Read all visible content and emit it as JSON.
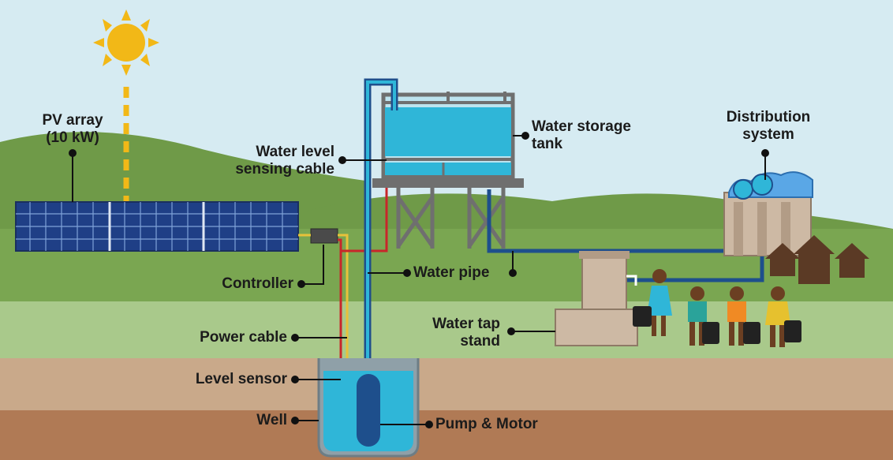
{
  "labels": {
    "pv_array": [
      "PV array",
      "(10 kW)"
    ],
    "water_level_cable": [
      "Water level",
      "sensing cable"
    ],
    "water_storage_tank": [
      "Water storage",
      "tank"
    ],
    "distribution_system": [
      "Distribution",
      "system"
    ],
    "controller": "Controller",
    "water_pipe": "Water pipe",
    "water_tap_stand": [
      "Water tap",
      "stand"
    ],
    "power_cable": "Power cable",
    "level_sensor": "Level sensor",
    "well": "Well",
    "pump_motor": "Pump & Motor"
  },
  "colors": {
    "sky": "#d6ebf2",
    "hill_dark": "#6f9a48",
    "grass": "#7aa651",
    "field": "#a9c98b",
    "soil_top": "#c9a98a",
    "soil_bottom": "#b07a55",
    "water": "#2fb6d8",
    "pipe": "#1e4f8c",
    "power_cable": "#e8c13a",
    "sensor_cable": "#c8262a",
    "sun": "#f2b817",
    "tank_frame": "#6f6f6f"
  }
}
